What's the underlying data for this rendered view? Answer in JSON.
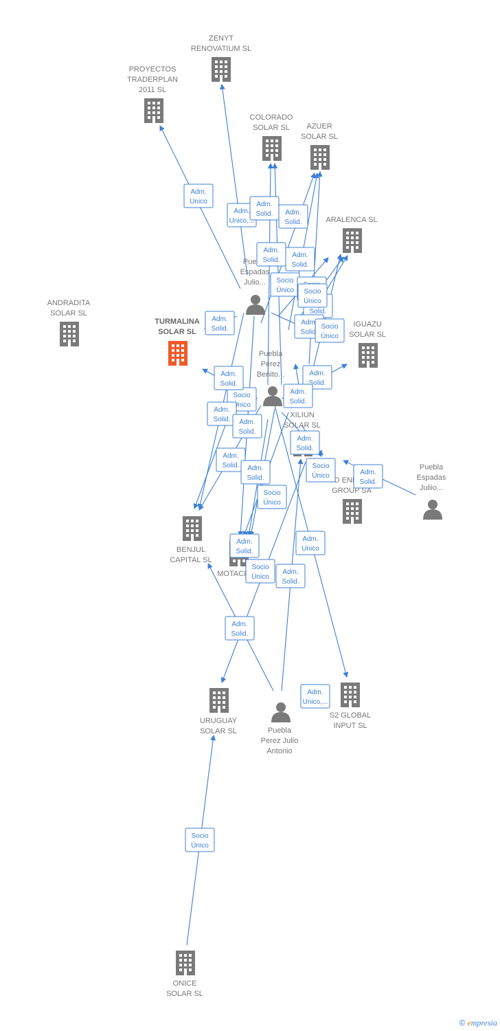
{
  "colors": {
    "edge": "#3d7fd6",
    "company": "#7a7a7a",
    "focus": "#f05a28",
    "person": "#7a7a7a"
  },
  "nodes": [
    {
      "id": "zenyt",
      "type": "company",
      "label": [
        "ZENYT",
        "RENOVATIUM SL"
      ]
    },
    {
      "id": "proyectos",
      "type": "company",
      "label": [
        "PROYECTOS",
        "TRADERPLAN",
        "2011 SL"
      ]
    },
    {
      "id": "colorado",
      "type": "company",
      "label": [
        "COLORADO",
        "SOLAR  SL"
      ]
    },
    {
      "id": "azuer",
      "type": "company",
      "label": [
        "AZUER",
        "SOLAR  SL"
      ]
    },
    {
      "id": "aralenca",
      "type": "company",
      "label": [
        "ARALENCA SL"
      ]
    },
    {
      "id": "andradita",
      "type": "company",
      "label": [
        "ANDRADITA",
        "SOLAR  SL"
      ]
    },
    {
      "id": "turmalina",
      "type": "focus",
      "label": [
        "TURMALINA",
        "SOLAR  SL"
      ]
    },
    {
      "id": "iguazu",
      "type": "company",
      "label": [
        "IGUAZU",
        "SOLAR  SL"
      ]
    },
    {
      "id": "xiliun",
      "type": "company",
      "label": [
        "XILIUN",
        "SOLAR  SL"
      ]
    },
    {
      "id": "tdenergy",
      "type": "company",
      "label": [
        "TD ENERGY",
        "GROUP SA"
      ]
    },
    {
      "id": "benjul",
      "type": "company",
      "label": [
        "BENJUL",
        "CAPITAL  SL"
      ]
    },
    {
      "id": "motacilla",
      "type": "company",
      "label": [
        "MOTACILLA"
      ]
    },
    {
      "id": "uruguay",
      "type": "company",
      "label": [
        "URUGUAY",
        "SOLAR SL"
      ]
    },
    {
      "id": "s2global",
      "type": "company",
      "label": [
        "S2 GLOBAL",
        "INPUT  SL"
      ]
    },
    {
      "id": "onice",
      "type": "company",
      "label": [
        "ONICE",
        "SOLAR  SL"
      ]
    },
    {
      "id": "p_espadas_julio",
      "type": "person",
      "label": [
        "Puebla",
        "Espadas",
        "Julio..."
      ]
    },
    {
      "id": "p_perez_benito",
      "type": "person",
      "label": [
        "Puebla",
        "Perez",
        "Benito..."
      ]
    },
    {
      "id": "p_espadas_juliio",
      "type": "person",
      "label": [
        "Puebla",
        "Espadas",
        "Juliio..."
      ]
    },
    {
      "id": "p_perez_julio",
      "type": "person",
      "label": [
        "Puebla",
        "Perez Julio",
        "Antonio"
      ]
    }
  ],
  "edges": [
    {
      "id": "e1",
      "label": [
        "Adm.",
        "Unico"
      ]
    },
    {
      "id": "e2",
      "label": [
        "Adm.",
        "Unico,..."
      ]
    },
    {
      "id": "e3",
      "label": [
        "Adm.",
        "Solid."
      ]
    },
    {
      "id": "e4",
      "label": [
        "Adm.",
        "Solid."
      ]
    },
    {
      "id": "e5",
      "label": [
        "Adm.",
        "Solid."
      ]
    },
    {
      "id": "e6",
      "label": [
        "Adm.",
        "Solid."
      ]
    },
    {
      "id": "e7",
      "label": [
        "Socio",
        "Único"
      ]
    },
    {
      "id": "e8",
      "label": [
        "Socio",
        "Único"
      ]
    },
    {
      "id": "e9",
      "label": [
        "Adm.",
        "Solid."
      ]
    },
    {
      "id": "e10",
      "label": [
        "Adm.",
        "Solid."
      ]
    },
    {
      "id": "e11",
      "label": [
        "Socio",
        "Único"
      ]
    },
    {
      "id": "e12",
      "label": [
        "Socio",
        "Único"
      ]
    },
    {
      "id": "e13",
      "label": [
        "Adm.",
        "Solid."
      ]
    },
    {
      "id": "e14",
      "label": [
        "Adm.",
        "Solid."
      ]
    },
    {
      "id": "e15",
      "label": [
        "Adm.",
        "Solid."
      ]
    },
    {
      "id": "e16",
      "label": [
        "Socio",
        "Único"
      ]
    },
    {
      "id": "e17",
      "label": [
        "Adm.",
        "Solid."
      ]
    },
    {
      "id": "e18",
      "label": [
        "Adm.",
        "Solid."
      ]
    },
    {
      "id": "e19",
      "label": [
        "Adm.",
        "Solid."
      ]
    },
    {
      "id": "e20",
      "label": [
        "Adm.",
        "Solid."
      ]
    },
    {
      "id": "e21",
      "label": [
        "Adm.",
        "Solid."
      ]
    },
    {
      "id": "e22",
      "label": [
        "Socio",
        "Único"
      ]
    },
    {
      "id": "e23",
      "label": [
        "Adm.",
        "Solid."
      ]
    },
    {
      "id": "e24",
      "label": [
        "Socio",
        "Único"
      ]
    },
    {
      "id": "e25",
      "label": [
        "Adm.",
        "Solid."
      ]
    },
    {
      "id": "e26",
      "label": [
        "Adm.",
        "Unico"
      ]
    },
    {
      "id": "e27",
      "label": [
        "Socio",
        "Único"
      ]
    },
    {
      "id": "e28",
      "label": [
        "Adm.",
        "Solid."
      ]
    },
    {
      "id": "e29",
      "label": [
        "Adm.",
        "Solid."
      ]
    },
    {
      "id": "e30",
      "label": [
        "Adm.",
        "Solid."
      ]
    },
    {
      "id": "e31",
      "label": [
        "Adm.",
        "Unico,..."
      ]
    },
    {
      "id": "e32",
      "label": [
        "Socio",
        "Único"
      ]
    }
  ],
  "footer": {
    "copyright": "©",
    "brand_e": "e",
    "brand_rest": "mpresia"
  }
}
